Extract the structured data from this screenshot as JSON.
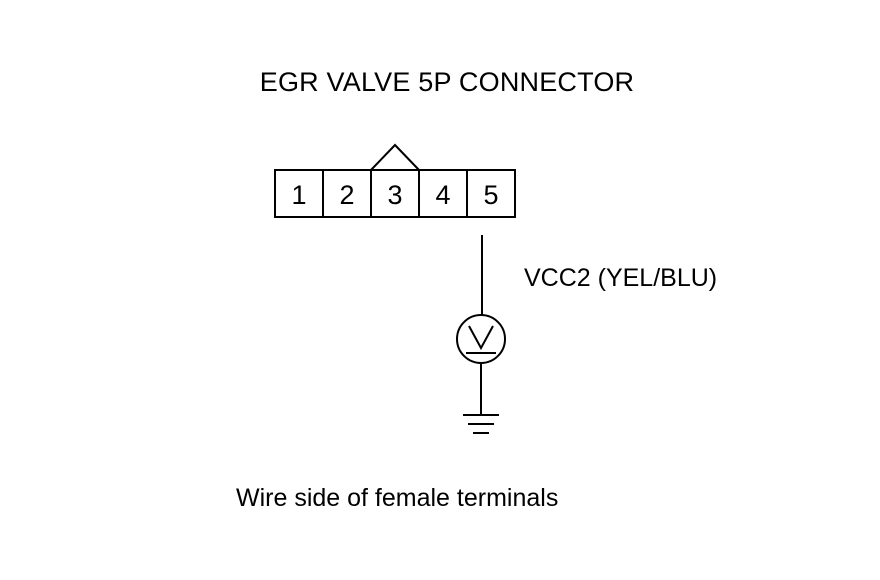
{
  "title": "EGR VALVE 5P CONNECTOR",
  "connector": {
    "pins": [
      "1",
      "2",
      "3",
      "4",
      "5"
    ],
    "tab_over_pin": "3",
    "measured_pin": "5"
  },
  "wire_label": "VCC2 (YEL/BLU)",
  "meter": {
    "symbol": "V",
    "icon": "voltmeter-icon"
  },
  "ground": {
    "icon": "ground-icon"
  },
  "footer": "Wire side of female terminals",
  "colors": {
    "ink": "#000000",
    "background": "#ffffff"
  }
}
